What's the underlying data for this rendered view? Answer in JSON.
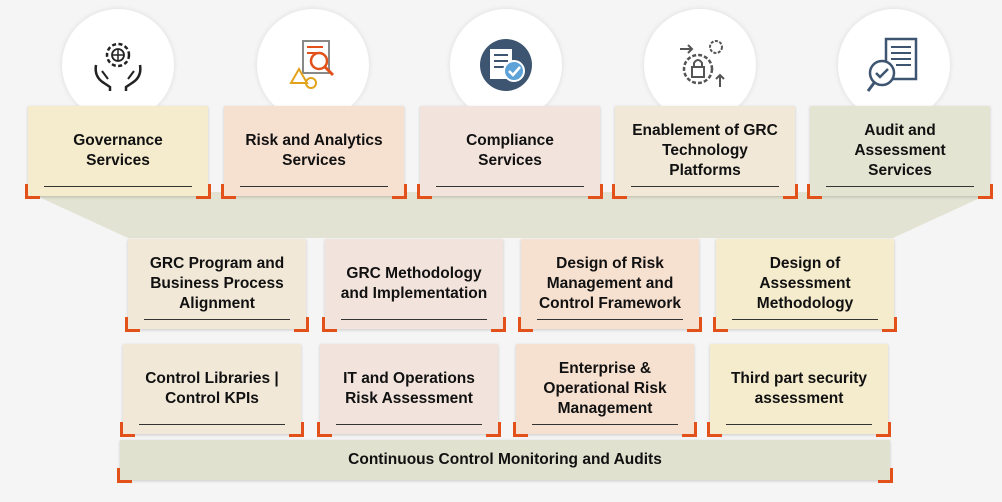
{
  "services": [
    {
      "label": "Governance Services",
      "icon": "hands-globe-gear-icon",
      "bg": "#f5ecce"
    },
    {
      "label": "Risk and Analytics Services",
      "icon": "risk-analysis-icon",
      "bg": "#f6e0d0"
    },
    {
      "label": "Compliance Services",
      "icon": "compliance-checklist-icon",
      "bg": "#f2e4dc"
    },
    {
      "label": "Enablement of GRC Technology Platforms",
      "icon": "lock-gear-cycle-icon",
      "bg": "#f1e8d8"
    },
    {
      "label": "Audit and Assessment Services",
      "icon": "audit-document-icon",
      "bg": "#e3e5d2"
    }
  ],
  "row1": [
    {
      "label": "GRC Program and Business Process Alignment",
      "bg": "#f1e8d8"
    },
    {
      "label": "GRC Methodology and Implementation",
      "bg": "#f2e4dc"
    },
    {
      "label": "Design of Risk Management and Control Framework",
      "bg": "#f6e0d0"
    },
    {
      "label": "Design of Assessment Methodology",
      "bg": "#f5ecce"
    }
  ],
  "row2": [
    {
      "label": "Control Libraries | Control KPIs",
      "bg": "#f1e8d8"
    },
    {
      "label": "IT and Operations Risk Assessment",
      "bg": "#f2e4dc"
    },
    {
      "label": "Enterprise & Operational Risk Management",
      "bg": "#f6e0d0"
    },
    {
      "label": "Third part security assessment",
      "bg": "#f5ecce"
    }
  ],
  "bottom": {
    "label": "Continuous Control Monitoring and Audits"
  },
  "colors": {
    "accent": "#e2511a",
    "funnel": "#e1e1d0"
  }
}
